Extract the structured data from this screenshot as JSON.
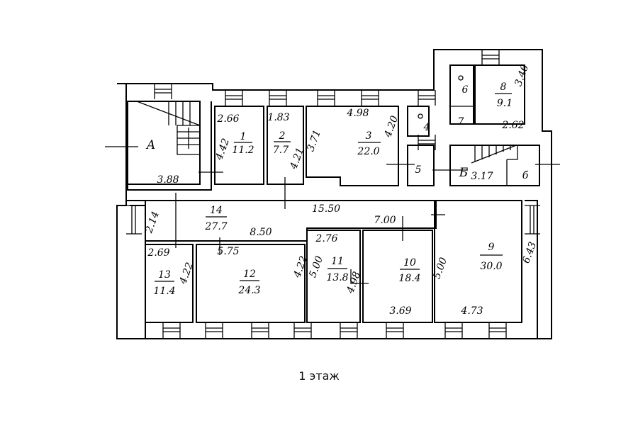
{
  "caption": "1 этаж",
  "rooms": {
    "a": {
      "number": "А",
      "dim_bottom": "3.88"
    },
    "r1": {
      "number": "1",
      "area": "11.2",
      "dim_top": "2.66",
      "dim_side": "4.42"
    },
    "r2": {
      "number": "2",
      "area": "7.7",
      "dim_top": "1.83",
      "dim_side": "4.21"
    },
    "r3": {
      "number": "3",
      "area": "22.0",
      "dim_top": "4.98",
      "dim_left": "3.71",
      "dim_right": "4.20"
    },
    "r4": {
      "number": "4"
    },
    "r5": {
      "number": "5"
    },
    "r6": {
      "number": "6"
    },
    "r7": {
      "number": "7"
    },
    "r8": {
      "number": "8",
      "area": "9.1",
      "dim_side": "3.46",
      "dim_bottom": "2.62"
    },
    "b": {
      "number": "Б",
      "dim": "3.17",
      "sub": "б"
    },
    "r14": {
      "number": "14",
      "area": "27.7",
      "dim_length": "15.50",
      "dim_right": "7.00",
      "dim_mid": "8.50",
      "dim_side": "2.14"
    },
    "r13": {
      "number": "13",
      "area": "11.4",
      "dim_top": "2.69",
      "dim_side": "4.22"
    },
    "r12": {
      "number": "12",
      "area": "24.3",
      "dim_top": "5.75",
      "dim_side": "4.22"
    },
    "r11": {
      "number": "11",
      "area": "13.8",
      "dim_top": "2.76",
      "dim_side": "5.00"
    },
    "r10": {
      "number": "10",
      "area": "18.4",
      "dim_side": "4.98",
      "dim_bottom": "3.69"
    },
    "r9": {
      "number": "9",
      "area": "30.0",
      "dim_left": "5.00",
      "dim_right": "6.43",
      "dim_bottom": "4.73"
    }
  }
}
